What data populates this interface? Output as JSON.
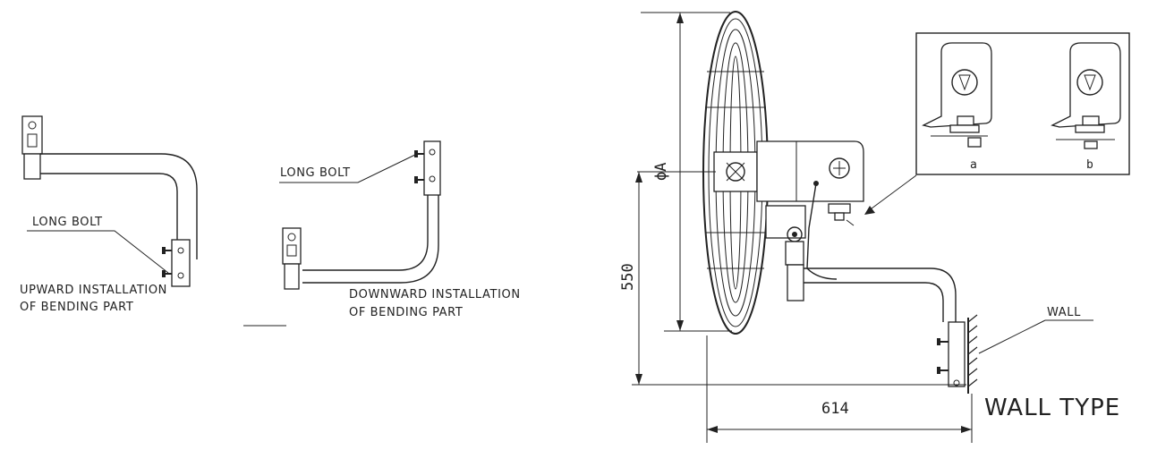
{
  "left_diagram": {
    "bolt_label": "LONG BOLT",
    "caption_line1": "UPWARD INSTALLATION",
    "caption_line2": "OF BENDING PART"
  },
  "middle_diagram": {
    "bolt_label": "LONG BOLT",
    "caption_line1": "DOWNWARD INSTALLATION",
    "caption_line2": "OF BENDING PART"
  },
  "right_diagram": {
    "diameter_label": "ϕA",
    "height_dimension": "550",
    "width_dimension": "614",
    "wall_label": "WALL",
    "type_label": "WALL TYPE",
    "inset_label_a": "a",
    "inset_label_b": "b"
  }
}
